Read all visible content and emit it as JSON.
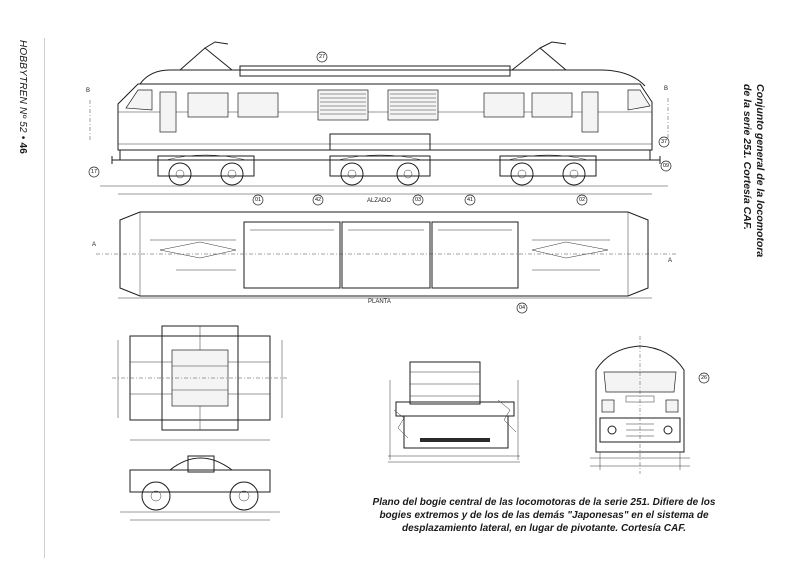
{
  "running_head": {
    "magazine": "HOBBYTREN Nº 52",
    "page": "46"
  },
  "side_caption": {
    "line1": "Conjunto general de la locomotora",
    "line2": "de la serie 251. Cortesía CAF."
  },
  "bottom_caption": "Plano del bogie central de las locomotoras de la serie 251. Difiere de los bogies extremos y de los de las demás \"Japonesas\" en el sistema de desplazamiento lateral, en lugar de pivotante. Cortesía CAF.",
  "drawing_labels": {
    "elevation": "ALZADO",
    "plan": "PLANTA"
  },
  "callouts": {
    "roof": "27",
    "left_end": "17",
    "right_end_top": "37",
    "right_end_bottom": "09",
    "bogie_1": "01",
    "under_1": "42",
    "bogie_2": "03",
    "under_2": "41",
    "bogie_3": "02",
    "plan_bottom": "04",
    "front_view": "26"
  },
  "section_marks": {
    "a": "A",
    "b": "B"
  }
}
